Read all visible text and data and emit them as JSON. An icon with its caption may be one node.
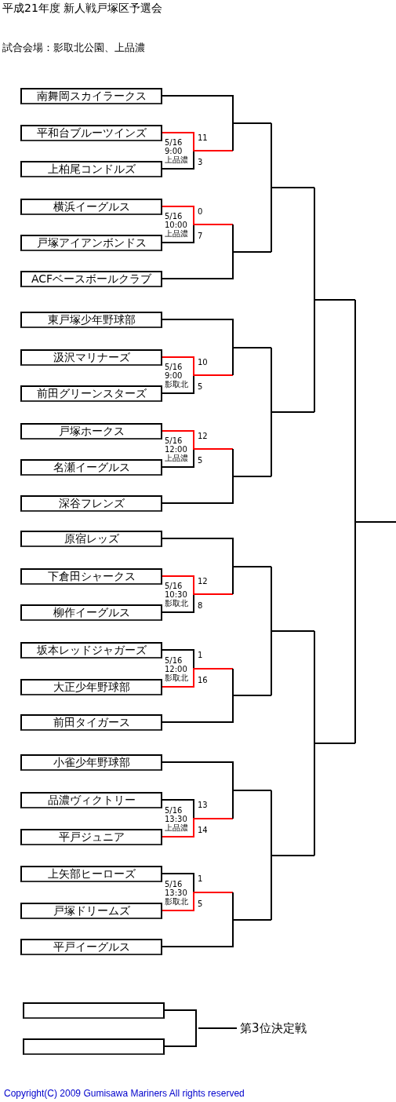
{
  "diagram": {
    "title": "平成21年度 新人戦戸塚区予選会",
    "nodes": [
      {
        "text": [
          "南舞岡スカイラークス"
        ]
      },
      {
        "text": [
          "平和台ブルーツインズ"
        ]
      },
      {
        "text": [
          "上柏尾コンドルズ"
        ]
      },
      {
        "text": [
          "横浜イーグルス"
        ]
      },
      {
        "text": [
          "戸塚アイアンボンドス"
        ]
      },
      {
        "text": [
          "ACFベースボールクラブ"
        ]
      },
      {
        "text": [
          "東戸塚少年野球部"
        ]
      },
      {
        "text": [
          "汲沢マリナーズ"
        ]
      },
      {
        "text": [
          "前田グリーンスターズ"
        ]
      },
      {
        "text": [
          "戸塚ホークス"
        ]
      },
      {
        "text": [
          "名瀬イーグルス"
        ]
      },
      {
        "text": [
          "深谷フレンズ"
        ]
      },
      {
        "text": [
          "原宿レッズ"
        ]
      },
      {
        "text": [
          "下倉田シャークス"
        ]
      },
      {
        "text": [
          "柳作イーグルス"
        ]
      },
      {
        "text": [
          "坂本レッドジャガーズ"
        ]
      },
      {
        "text": [
          "大正少年野球部"
        ]
      },
      {
        "text": [
          "前田タイガース"
        ]
      },
      {
        "text": [
          "小雀少年野球部"
        ]
      },
      {
        "text": [
          "品濃ヴィクトリー"
        ]
      },
      {
        "text": [
          "平戸ジュニア"
        ]
      },
      {
        "text": [
          "上矢部ヒーローズ"
        ]
      },
      {
        "text": [
          "戸塚ドリームズ"
        ]
      },
      {
        "text": [
          "平戸イーグルス"
        ]
      },
      {
        "text": [],
        "shape": "box"
      },
      {
        "text": [],
        "shape": "box"
      }
    ],
    "labels": [
      "試合会場：影取北公園、上品濃",
      "5/16 9:00 上品濃",
      "11",
      "3",
      "5/16 10:00 上品濃",
      "0",
      "7",
      "5/16 9:00 影取北",
      "10",
      "5",
      "5/16 12:00 上品濃",
      "12",
      "5",
      "5/16 10:30 影取北",
      "12",
      "8",
      "5/16 12:00 影取北",
      "1",
      "16",
      "5/16 13:30 上品濃",
      "13",
      "14",
      "5/16 13:30 影取北",
      "1",
      "5",
      "第3位決定戦",
      "Copyright(C) 2009 Gumisawa Mariners All rights reserved"
    ]
  }
}
